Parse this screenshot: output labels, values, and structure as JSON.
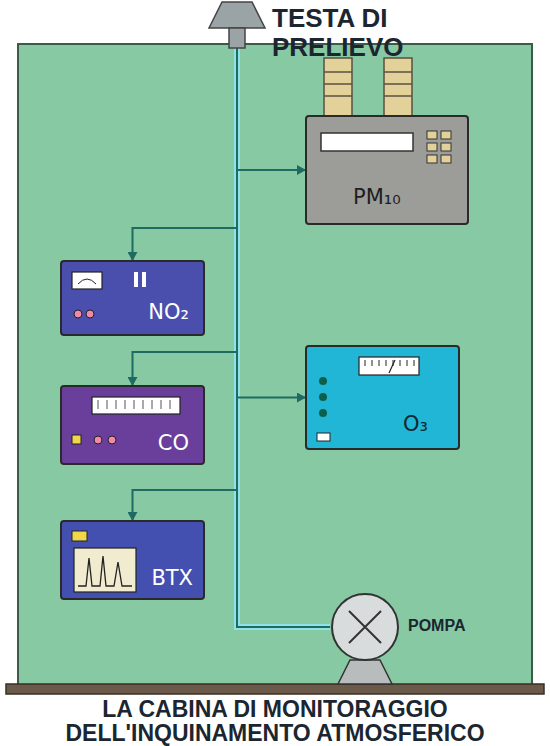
{
  "diagram": {
    "caption": "LA CABINA DI MONITORAGGIO DELL'INQUINAMENTO ATMOSFERICO",
    "nodes": [
      {
        "text": [
          "TESTA DI PRELIEVO"
        ]
      },
      {
        "text": [
          "PM₁₀"
        ]
      },
      {
        "text": [
          "NO₂"
        ]
      },
      {
        "text": [
          "O₃"
        ]
      },
      {
        "text": [
          "CO"
        ]
      },
      {
        "text": [
          "BTX"
        ]
      },
      {
        "text": [
          "POMPA"
        ]
      }
    ],
    "edges": [
      {
        "from": 0,
        "to": 1,
        "arrow": "to"
      },
      {
        "from": 0,
        "to": 2,
        "arrow": "to"
      },
      {
        "from": 0,
        "to": 3,
        "arrow": "to"
      },
      {
        "from": 0,
        "to": 4,
        "arrow": "to"
      },
      {
        "from": 0,
        "to": 5,
        "arrow": "to"
      },
      {
        "from": 0,
        "to": 6,
        "arrow": "none"
      }
    ]
  }
}
